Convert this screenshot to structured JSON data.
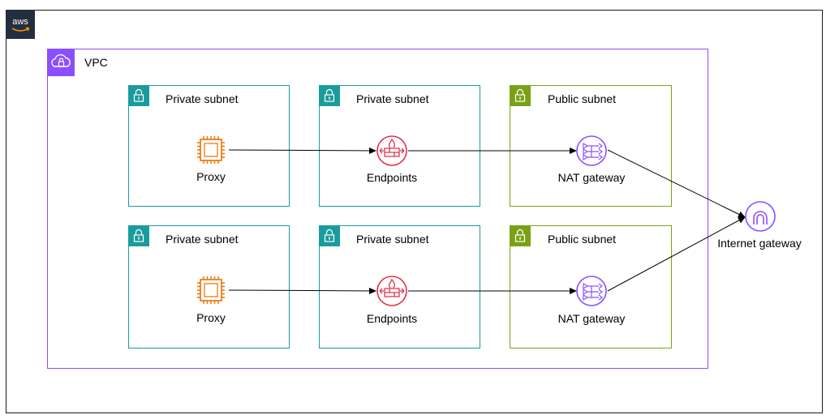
{
  "cloud": {
    "name": "aws"
  },
  "vpc": {
    "label": "VPC",
    "color": "#8c4fff"
  },
  "subnets": [
    {
      "label": "Private subnet",
      "type": "private"
    },
    {
      "label": "Private subnet",
      "type": "private"
    },
    {
      "label": "Public subnet",
      "type": "public"
    },
    {
      "label": "Private subnet",
      "type": "private"
    },
    {
      "label": "Private subnet",
      "type": "private"
    },
    {
      "label": "Public subnet",
      "type": "public"
    }
  ],
  "nodes": {
    "proxy_1": {
      "label": "Proxy",
      "icon": "ec2-instance-icon"
    },
    "endpoints_1": {
      "label": "Endpoints",
      "icon": "network-firewall-endpoint-icon"
    },
    "nat_1": {
      "label": "NAT gateway",
      "icon": "nat-gateway-icon"
    },
    "proxy_2": {
      "label": "Proxy",
      "icon": "ec2-instance-icon"
    },
    "endpoints_2": {
      "label": "Endpoints",
      "icon": "network-firewall-endpoint-icon"
    },
    "nat_2": {
      "label": "NAT gateway",
      "icon": "nat-gateway-icon"
    },
    "igw": {
      "label": "Internet gateway",
      "icon": "internet-gateway-icon"
    }
  },
  "colors": {
    "private": "#1a9c9c",
    "public": "#7aa116",
    "compute": "#ed7100",
    "firewall": "#dd344c",
    "network": "#8c4fff",
    "aws_dark": "#232f3e"
  }
}
